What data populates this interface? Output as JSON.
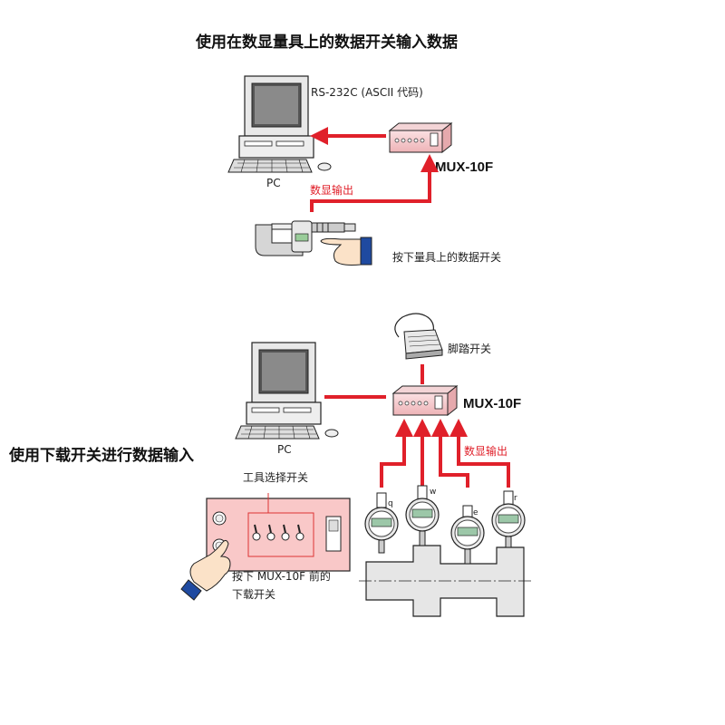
{
  "title": "使用在数显量具上的数据开关输入数据",
  "top": {
    "rs232c_label": "RS-232C (ASCII 代码)",
    "pc_label": "PC",
    "mux_label": "MUX-10F",
    "digital_output_label": "数显输出",
    "press_label": "按下量具上的数据开关"
  },
  "bottom": {
    "section_title": "使用下载开关进行数据输入",
    "pc_label": "PC",
    "mux_label": "MUX-10F",
    "foot_switch_label": "脚踏开关",
    "digital_output_label": "数显输出",
    "tool_switch_label": "工具选择开关",
    "press_line1": "按下 MUX-10F 前的",
    "press_line2": "下载开关",
    "gauge_labels": [
      "q",
      "w",
      "e",
      "r"
    ]
  },
  "colors": {
    "arrow": "#e0202a",
    "device_pink": "#f6c9cc",
    "panel_pink": "#f9c8c8"
  }
}
